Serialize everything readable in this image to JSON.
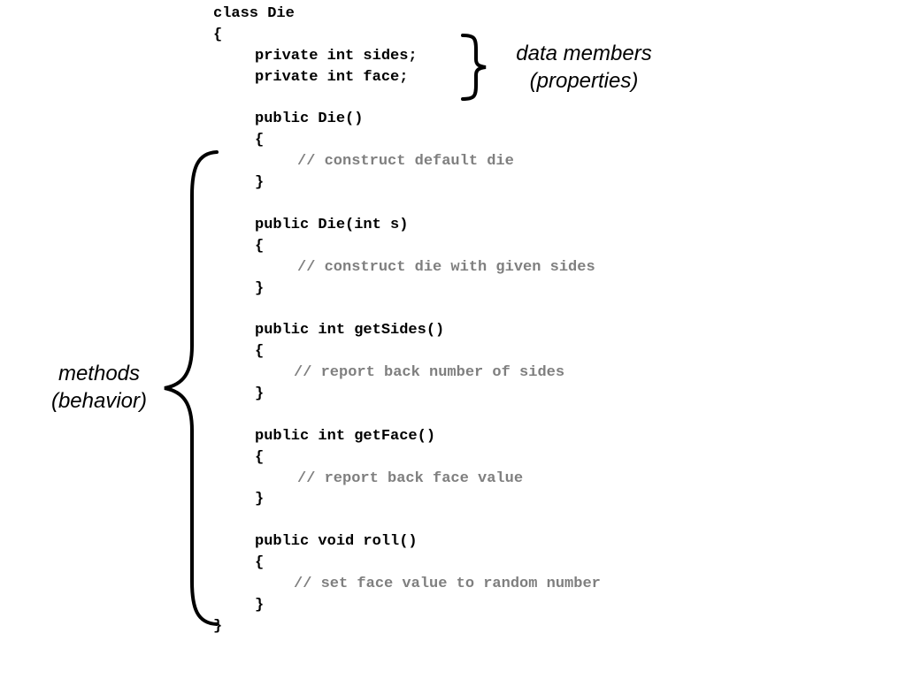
{
  "code_lines": [
    {
      "text": "class Die",
      "indent": 0,
      "kind": "code"
    },
    {
      "text": "{",
      "indent": 0,
      "kind": "code"
    },
    {
      "text": "private int sides;",
      "indent": 1,
      "kind": "code"
    },
    {
      "text": "private int face;",
      "indent": 1,
      "kind": "code"
    },
    {
      "text": "",
      "indent": 0,
      "kind": "blank"
    },
    {
      "text": "public Die()",
      "indent": 1,
      "kind": "code"
    },
    {
      "text": "{",
      "indent": 1,
      "kind": "code"
    },
    {
      "text": "// construct default die",
      "indent": 2,
      "kind": "comment"
    },
    {
      "text": "}",
      "indent": 1,
      "kind": "code"
    },
    {
      "text": "",
      "indent": 0,
      "kind": "blank"
    },
    {
      "text": "public Die(int s)",
      "indent": 1,
      "kind": "code"
    },
    {
      "text": "{",
      "indent": 1,
      "kind": "code"
    },
    {
      "text": "// construct die with given sides",
      "indent": 2,
      "kind": "comment"
    },
    {
      "text": "}",
      "indent": 1,
      "kind": "code"
    },
    {
      "text": "",
      "indent": 0,
      "kind": "blank"
    },
    {
      "text": "public int getSides()",
      "indent": 1,
      "kind": "code"
    },
    {
      "text": "{",
      "indent": 1,
      "kind": "code"
    },
    {
      "text": "// report back number of sides",
      "indent": 2,
      "kind": "comment",
      "shifted": true
    },
    {
      "text": "}",
      "indent": 1,
      "kind": "code"
    },
    {
      "text": "",
      "indent": 0,
      "kind": "blank"
    },
    {
      "text": "public int getFace()",
      "indent": 1,
      "kind": "code"
    },
    {
      "text": "{",
      "indent": 1,
      "kind": "code"
    },
    {
      "text": "// report back face value",
      "indent": 2,
      "kind": "comment"
    },
    {
      "text": "}",
      "indent": 1,
      "kind": "code"
    },
    {
      "text": "",
      "indent": 0,
      "kind": "blank"
    },
    {
      "text": "public void roll()",
      "indent": 1,
      "kind": "code"
    },
    {
      "text": "{",
      "indent": 1,
      "kind": "code"
    },
    {
      "text": "// set face value to random number",
      "indent": 2,
      "kind": "comment",
      "shifted": true
    },
    {
      "text": "}",
      "indent": 1,
      "kind": "code"
    },
    {
      "text": "}",
      "indent": 0,
      "kind": "code"
    }
  ],
  "annotations": {
    "data_members": {
      "line1": "data members",
      "line2": "(properties)"
    },
    "methods": {
      "line1": "methods",
      "line2": "(behavior)"
    }
  },
  "colors": {
    "code": "#000000",
    "comment": "#7f7f7f",
    "brace": "#000000"
  }
}
